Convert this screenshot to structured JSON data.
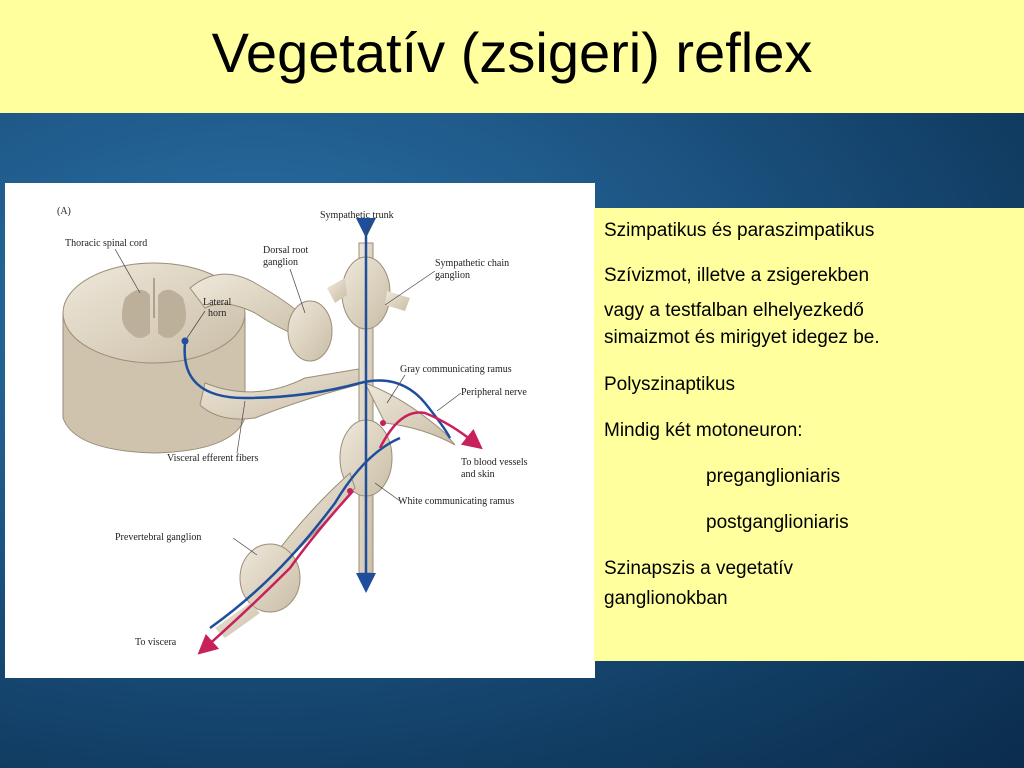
{
  "title": "Vegetatív (zsigeri) reflex",
  "figure": {
    "panel_label": "(A)",
    "labels": {
      "thoracic_spinal_cord": "Thoracic spinal cord",
      "lateral_horn_1": "Lateral",
      "lateral_horn_2": "horn",
      "dorsal_root_1": "Dorsal root",
      "dorsal_root_2": "ganglion",
      "sympathetic_trunk": "Sympathetic trunk",
      "chain_ganglion_1": "Sympathetic chain",
      "chain_ganglion_2": "ganglion",
      "gray_ramus": "Gray communicating ramus",
      "peripheral_nerve": "Peripheral nerve",
      "visceral_efferent": "Visceral efferent fibers",
      "blood_vessels_1": "To blood vessels",
      "blood_vessels_2": "and skin",
      "white_ramus": "White communicating ramus",
      "prevertebral_ganglion": "Prevertebral ganglion",
      "to_viscera": "To viscera"
    }
  },
  "text": {
    "line1": "Szimpatikus és paraszimpatikus",
    "line2a": "Szívizmot, illetve a zsigerekben",
    "line2b": "vagy a testfalban elhelyezkedő",
    "line2c": "simaizmot és mirigyet idegez be.",
    "line3": "Polyszinaptikus",
    "line4": "Mindig két motoneuron:",
    "line5": "preganglioniaris",
    "line6": "postganglioniaris",
    "line7a": "Szinapszis a vegetatív",
    "line7b": "ganglionokban"
  },
  "colors": {
    "title_band": "#ffff9e",
    "efferent_blue": "#1f4e9c",
    "sensory_red": "#c8205a",
    "tissue": "#e4dccb"
  }
}
